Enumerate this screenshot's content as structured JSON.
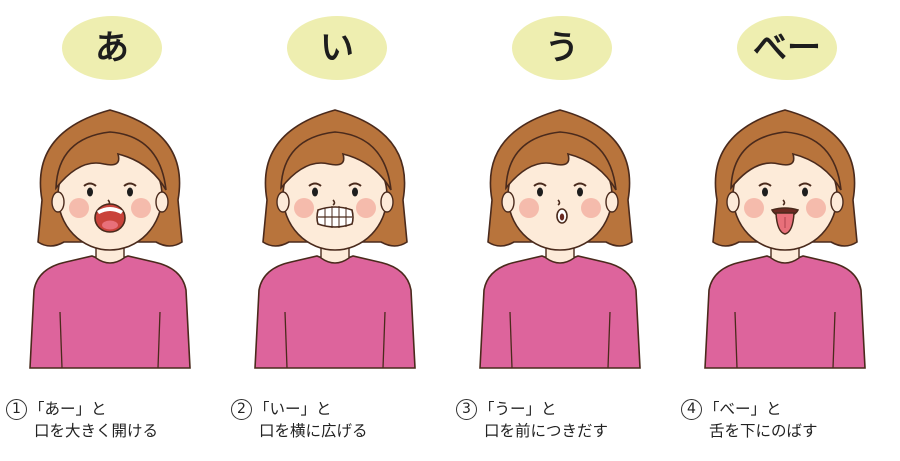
{
  "panels": [
    {
      "syllable": "あ",
      "number": "1",
      "line1": "「あー」と",
      "line2": "口を大きく開ける",
      "mouth": "open"
    },
    {
      "syllable": "い",
      "number": "2",
      "line1": "「いー」と",
      "line2": "口を横に広げる",
      "mouth": "wide"
    },
    {
      "syllable": "う",
      "number": "3",
      "line1": "「うー」と",
      "line2": "口を前につきだす",
      "mouth": "pursed"
    },
    {
      "syllable": "べー",
      "number": "4",
      "line1": "「べー」と",
      "line2": "舌を下にのばす",
      "mouth": "tongue"
    }
  ],
  "colors": {
    "bubble": "#eeeeb0",
    "hair": "#b8743c",
    "skin": "#fdebd9",
    "shirt": "#dd649c",
    "cheek": "#f3b3a3",
    "mouth": "#c9433b",
    "tongue": "#e8707a"
  }
}
